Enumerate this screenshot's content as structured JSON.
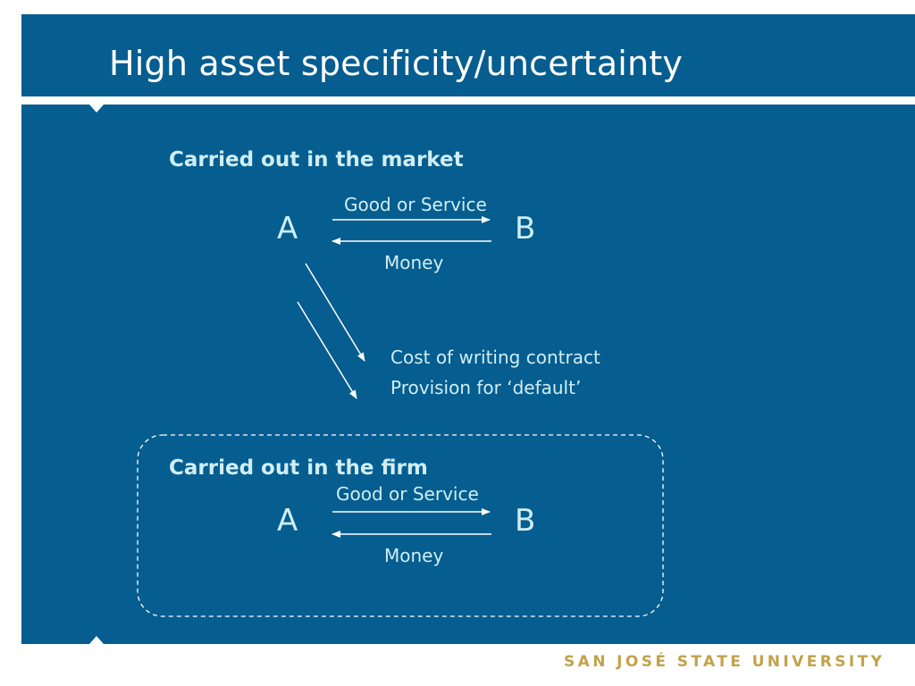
{
  "slide": {
    "title": "High asset specificity/uncertainty"
  },
  "market": {
    "heading": "Carried out in the market",
    "party_a": "A",
    "party_b": "B",
    "flow_top": "Good or Service",
    "flow_bottom": "Money"
  },
  "costs": {
    "line1": "Cost of writing contract",
    "line2": "Provision for ‘default’"
  },
  "firm": {
    "heading": "Carried out in the firm",
    "party_a": "A",
    "party_b": "B",
    "flow_top": "Good or Service",
    "flow_bottom": "Money"
  },
  "footer": {
    "logo_text": "SAN JOSÉ STATE UNIVERSITY"
  },
  "colors": {
    "panel": "#065d8f",
    "text": "#cfeef4",
    "logo": "#c2a24a"
  }
}
